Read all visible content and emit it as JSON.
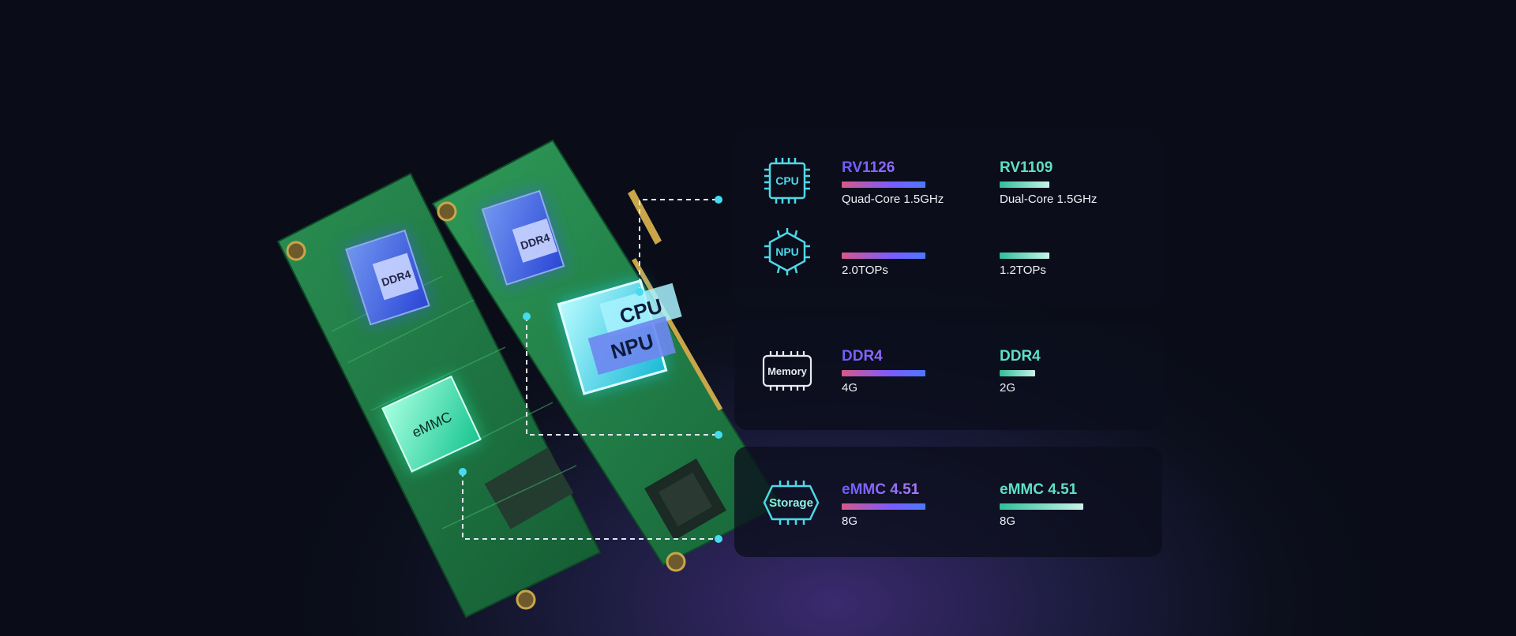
{
  "chips": {
    "ddr4_left": "DDR4",
    "ddr4_right": "DDR4",
    "cpu": "CPU",
    "npu": "NPU",
    "emmc": "eMMC"
  },
  "icons": {
    "cpu": "CPU",
    "npu": "NPU",
    "memory": "Memory",
    "storage": "Storage"
  },
  "specs": {
    "cpu": {
      "a": {
        "value": "RV1126",
        "detail": "Quad-Core 1.5GHz",
        "bar": 0.8
      },
      "b": {
        "value": "RV1109",
        "detail": "Dual-Core 1.5GHz",
        "bar": 0.48
      }
    },
    "npu": {
      "a": {
        "detail": "2.0TOPs",
        "bar": 0.8
      },
      "b": {
        "detail": "1.2TOPs",
        "bar": 0.48
      }
    },
    "memory": {
      "a": {
        "value": "DDR4",
        "detail": "4G",
        "bar": 0.8
      },
      "b": {
        "value": "DDR4",
        "detail": "2G",
        "bar": 0.34
      }
    },
    "storage": {
      "a": {
        "value": "eMMC 4.51",
        "detail": "8G",
        "bar": 0.8
      },
      "b": {
        "value": "eMMC 4.51",
        "detail": "8G",
        "bar": 0.8
      }
    }
  },
  "colors": {
    "accent_purple": "#6f5cff",
    "accent_teal": "#5fe0c3",
    "icon_cyan": "#4fd8e8",
    "board_green": "#1f7a45"
  }
}
